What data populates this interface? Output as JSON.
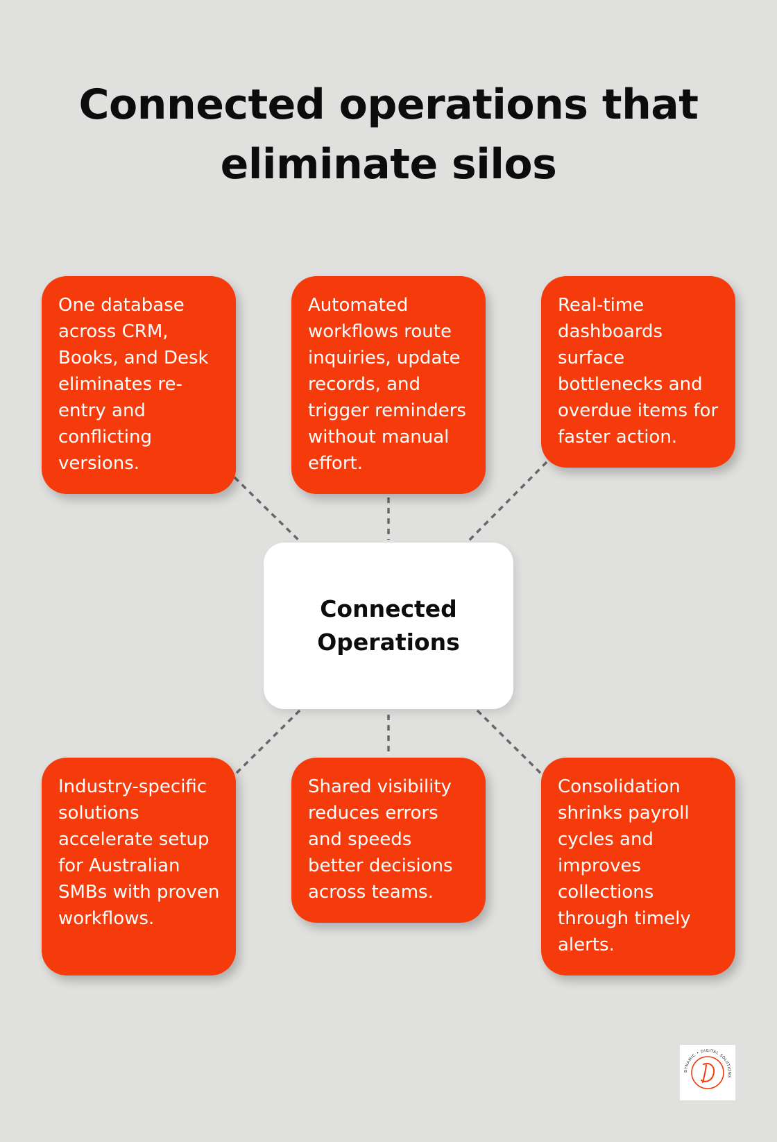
{
  "title": "Connected operations that eliminate silos",
  "center": {
    "label": "Connected Operations"
  },
  "cards": [
    {
      "text": "One database across CRM, Books, and Desk eliminates re-entry and conflicting versions."
    },
    {
      "text": "Automated workflows route inquiries, update records, and trigger reminders without manual effort."
    },
    {
      "text": "Real-time dashboards surface bottlenecks and overdue items for faster action."
    },
    {
      "text": "Industry-specific solutions accelerate setup for Australian SMBs with proven workflows."
    },
    {
      "text": "Shared visibility reduces errors and speeds better decisions across teams."
    },
    {
      "text": "Consolidation shrinks payroll cycles and improves collections through timely alerts."
    }
  ],
  "logo": {
    "text": "DYNAMIC • DIGITAL SOLUTIONS",
    "accent": "#f53b0c"
  }
}
